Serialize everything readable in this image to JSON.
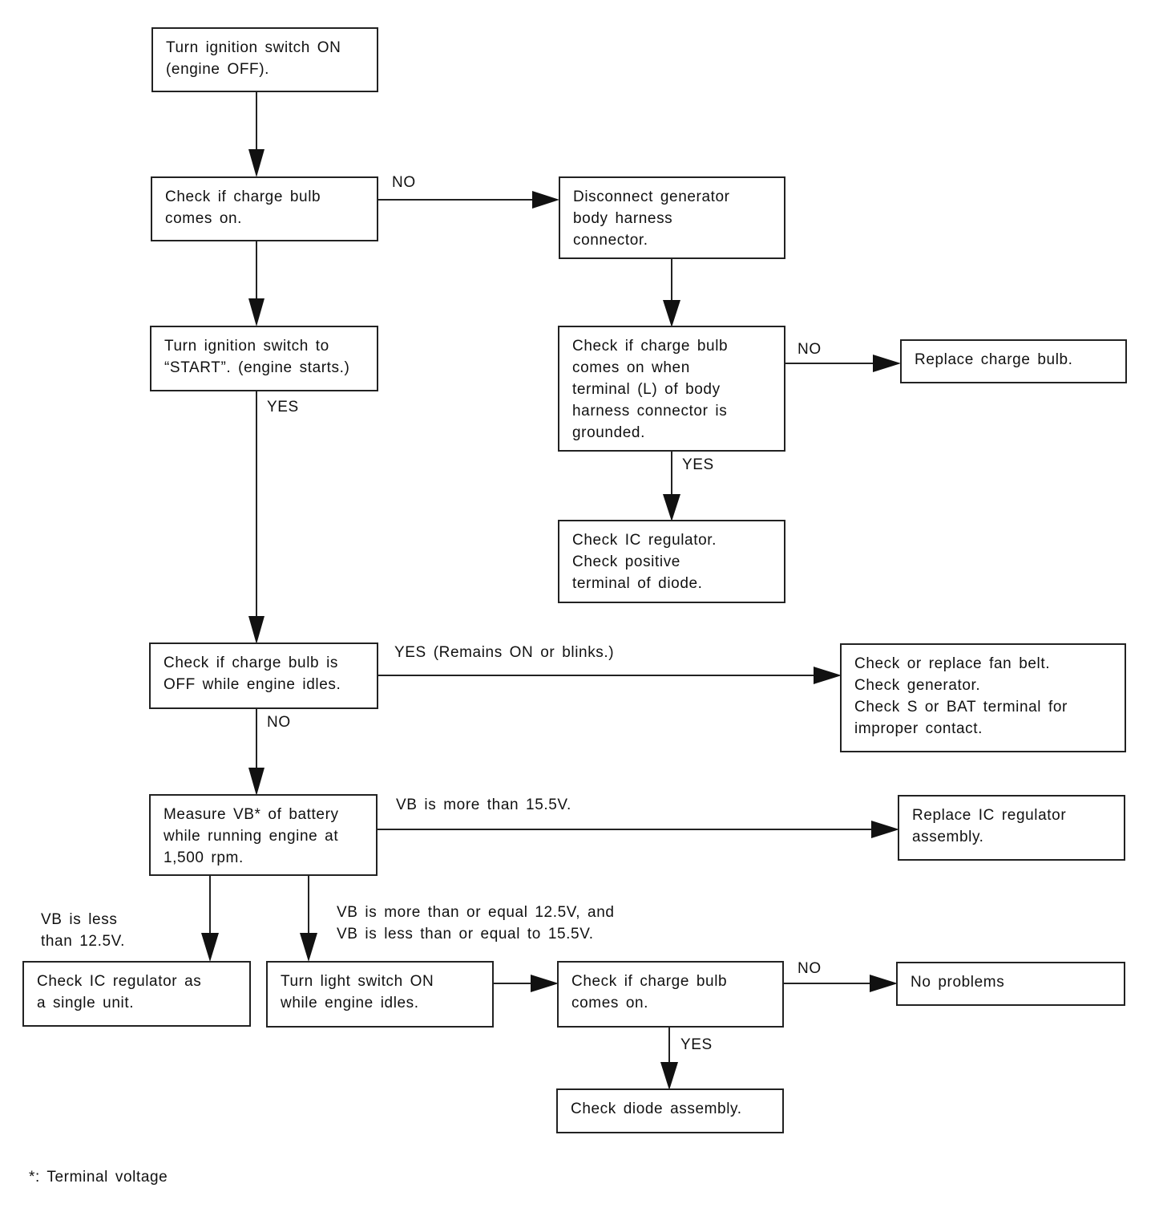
{
  "boxes": {
    "ignition_on": [
      "Turn ignition switch ON",
      "(engine OFF)."
    ],
    "check_bulb_1": [
      "Check if charge bulb",
      "comes on."
    ],
    "ignition_start": [
      "Turn ignition switch to",
      "“START”. (engine starts.)"
    ],
    "disconnect_harness": [
      "Disconnect generator",
      "body harness",
      "connector."
    ],
    "check_bulb_grounded": [
      "Check if charge bulb",
      "comes on when",
      "terminal (L) of body",
      "harness connector is",
      "grounded."
    ],
    "replace_bulb": [
      "Replace charge bulb."
    ],
    "check_ic_diode": [
      "Check IC regulator.",
      "Check positive",
      "terminal of diode."
    ],
    "check_bulb_off_idle": [
      "Check if charge bulb is",
      "OFF while engine idles."
    ],
    "check_fan_belt": [
      "Check or replace fan belt.",
      "Check generator.",
      "Check S or BAT terminal for",
      "improper contact."
    ],
    "measure_vb": [
      "Measure VB* of battery",
      "while running engine at",
      "1,500 rpm."
    ],
    "replace_ic": [
      "Replace IC regulator",
      "assembly."
    ],
    "check_ic_single": [
      "Check IC regulator as",
      "a single unit."
    ],
    "light_switch_on": [
      "Turn light switch ON",
      "while engine idles."
    ],
    "check_bulb_2": [
      "Check if charge bulb",
      "comes on."
    ],
    "no_problems": [
      "No problems"
    ],
    "check_diode": [
      "Check diode assembly."
    ]
  },
  "labels": {
    "no_1": [
      "NO"
    ],
    "yes_1": [
      "YES"
    ],
    "no_2": [
      "NO"
    ],
    "yes_2": [
      "YES"
    ],
    "yes_blinks": [
      "YES (Remains ON or blinks.)"
    ],
    "no_3": [
      "NO"
    ],
    "vb_more": [
      "VB is more than 15.5V."
    ],
    "vb_less": [
      "VB is less",
      "than 12.5V."
    ],
    "vb_between": [
      "VB is more than or equal 12.5V, and",
      "VB is less than or equal to 15.5V."
    ],
    "no_4": [
      "NO"
    ],
    "yes_3": [
      "YES"
    ]
  },
  "footnote": "*: Terminal voltage"
}
